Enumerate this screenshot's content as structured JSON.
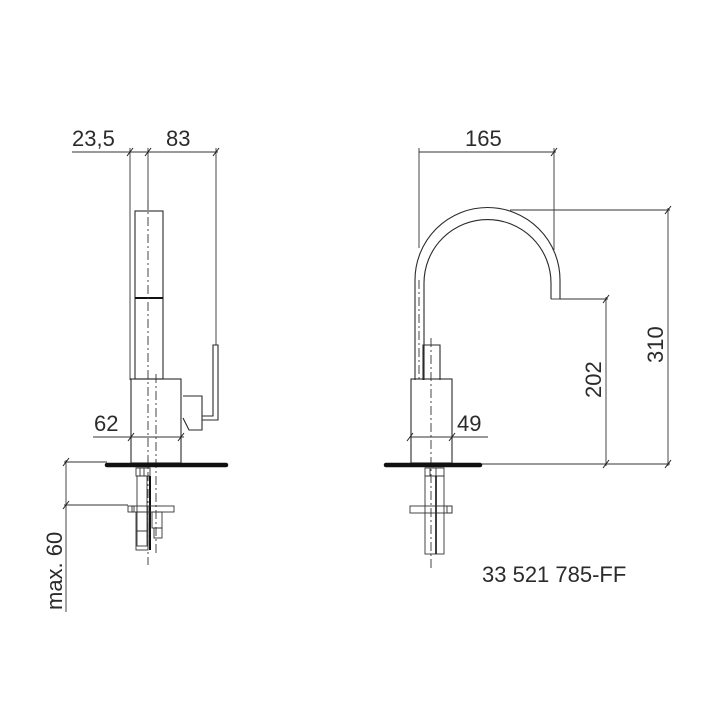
{
  "drawing": {
    "product_code": "33 521 785-FF",
    "line_color": "#2a2a2a",
    "background": "#ffffff"
  },
  "side_view": {
    "dimensions": {
      "spout_offset": "23,5",
      "handle_reach": "83",
      "body_width": "62",
      "max_thickness": "max. 60"
    }
  },
  "front_view": {
    "dimensions": {
      "spout_reach": "165",
      "spout_outlet_height": "202",
      "total_height": "310",
      "body_width": "49"
    }
  }
}
